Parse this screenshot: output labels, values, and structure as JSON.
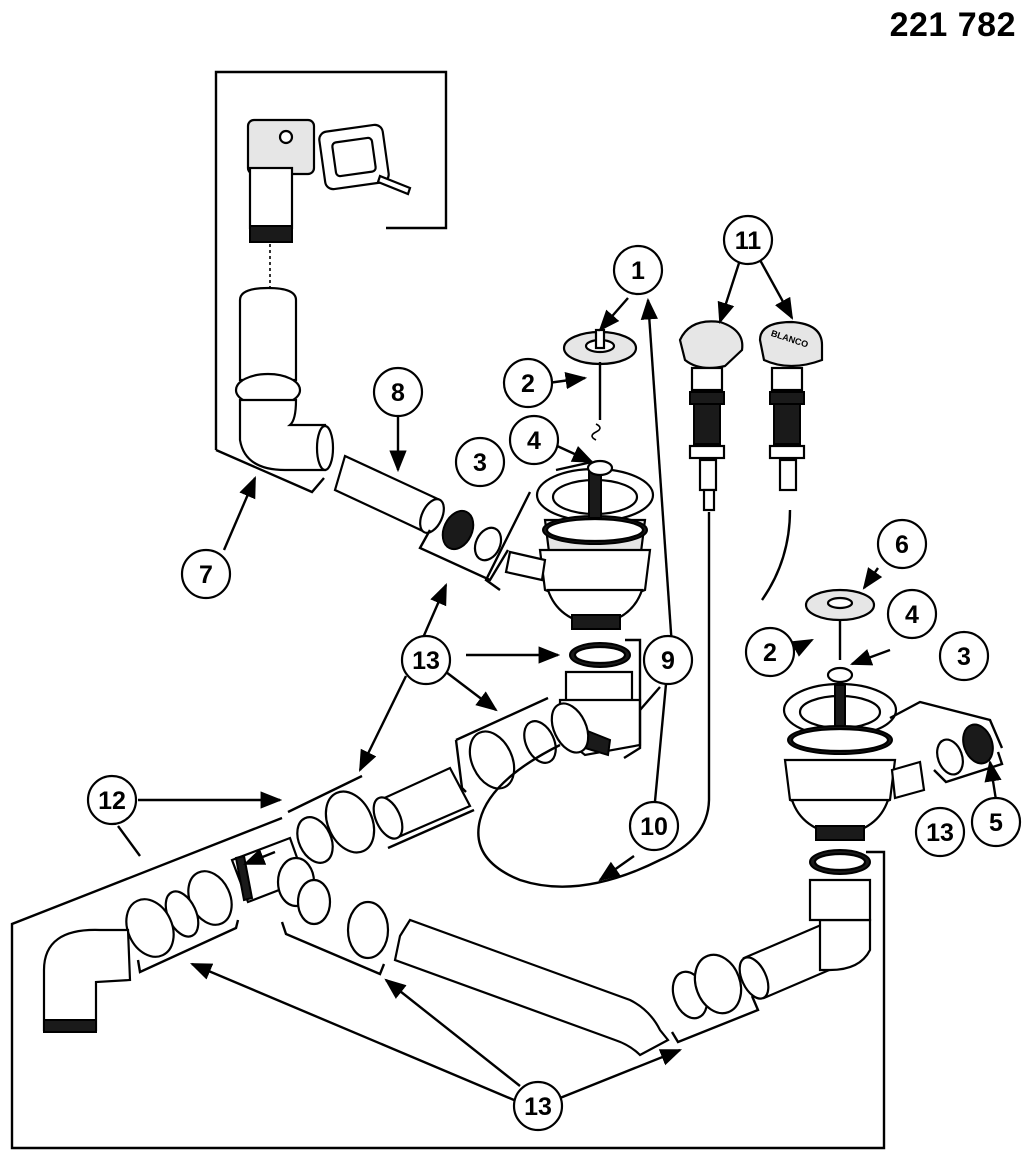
{
  "document": {
    "part_number": "221 782",
    "brand_label": "BLANCO"
  },
  "callouts": [
    {
      "id": "c1",
      "label": "1"
    },
    {
      "id": "c2a",
      "label": "2"
    },
    {
      "id": "c2b",
      "label": "2"
    },
    {
      "id": "c3a",
      "label": "3"
    },
    {
      "id": "c3b",
      "label": "3"
    },
    {
      "id": "c4a",
      "label": "4"
    },
    {
      "id": "c4b",
      "label": "4"
    },
    {
      "id": "c5",
      "label": "5"
    },
    {
      "id": "c6",
      "label": "6"
    },
    {
      "id": "c7",
      "label": "7"
    },
    {
      "id": "c8",
      "label": "8"
    },
    {
      "id": "c9",
      "label": "9"
    },
    {
      "id": "c10",
      "label": "10"
    },
    {
      "id": "c11",
      "label": "11"
    },
    {
      "id": "c12",
      "label": "12"
    },
    {
      "id": "c13a",
      "label": "13"
    },
    {
      "id": "c13b",
      "label": "13"
    },
    {
      "id": "c13c",
      "label": "13"
    }
  ]
}
